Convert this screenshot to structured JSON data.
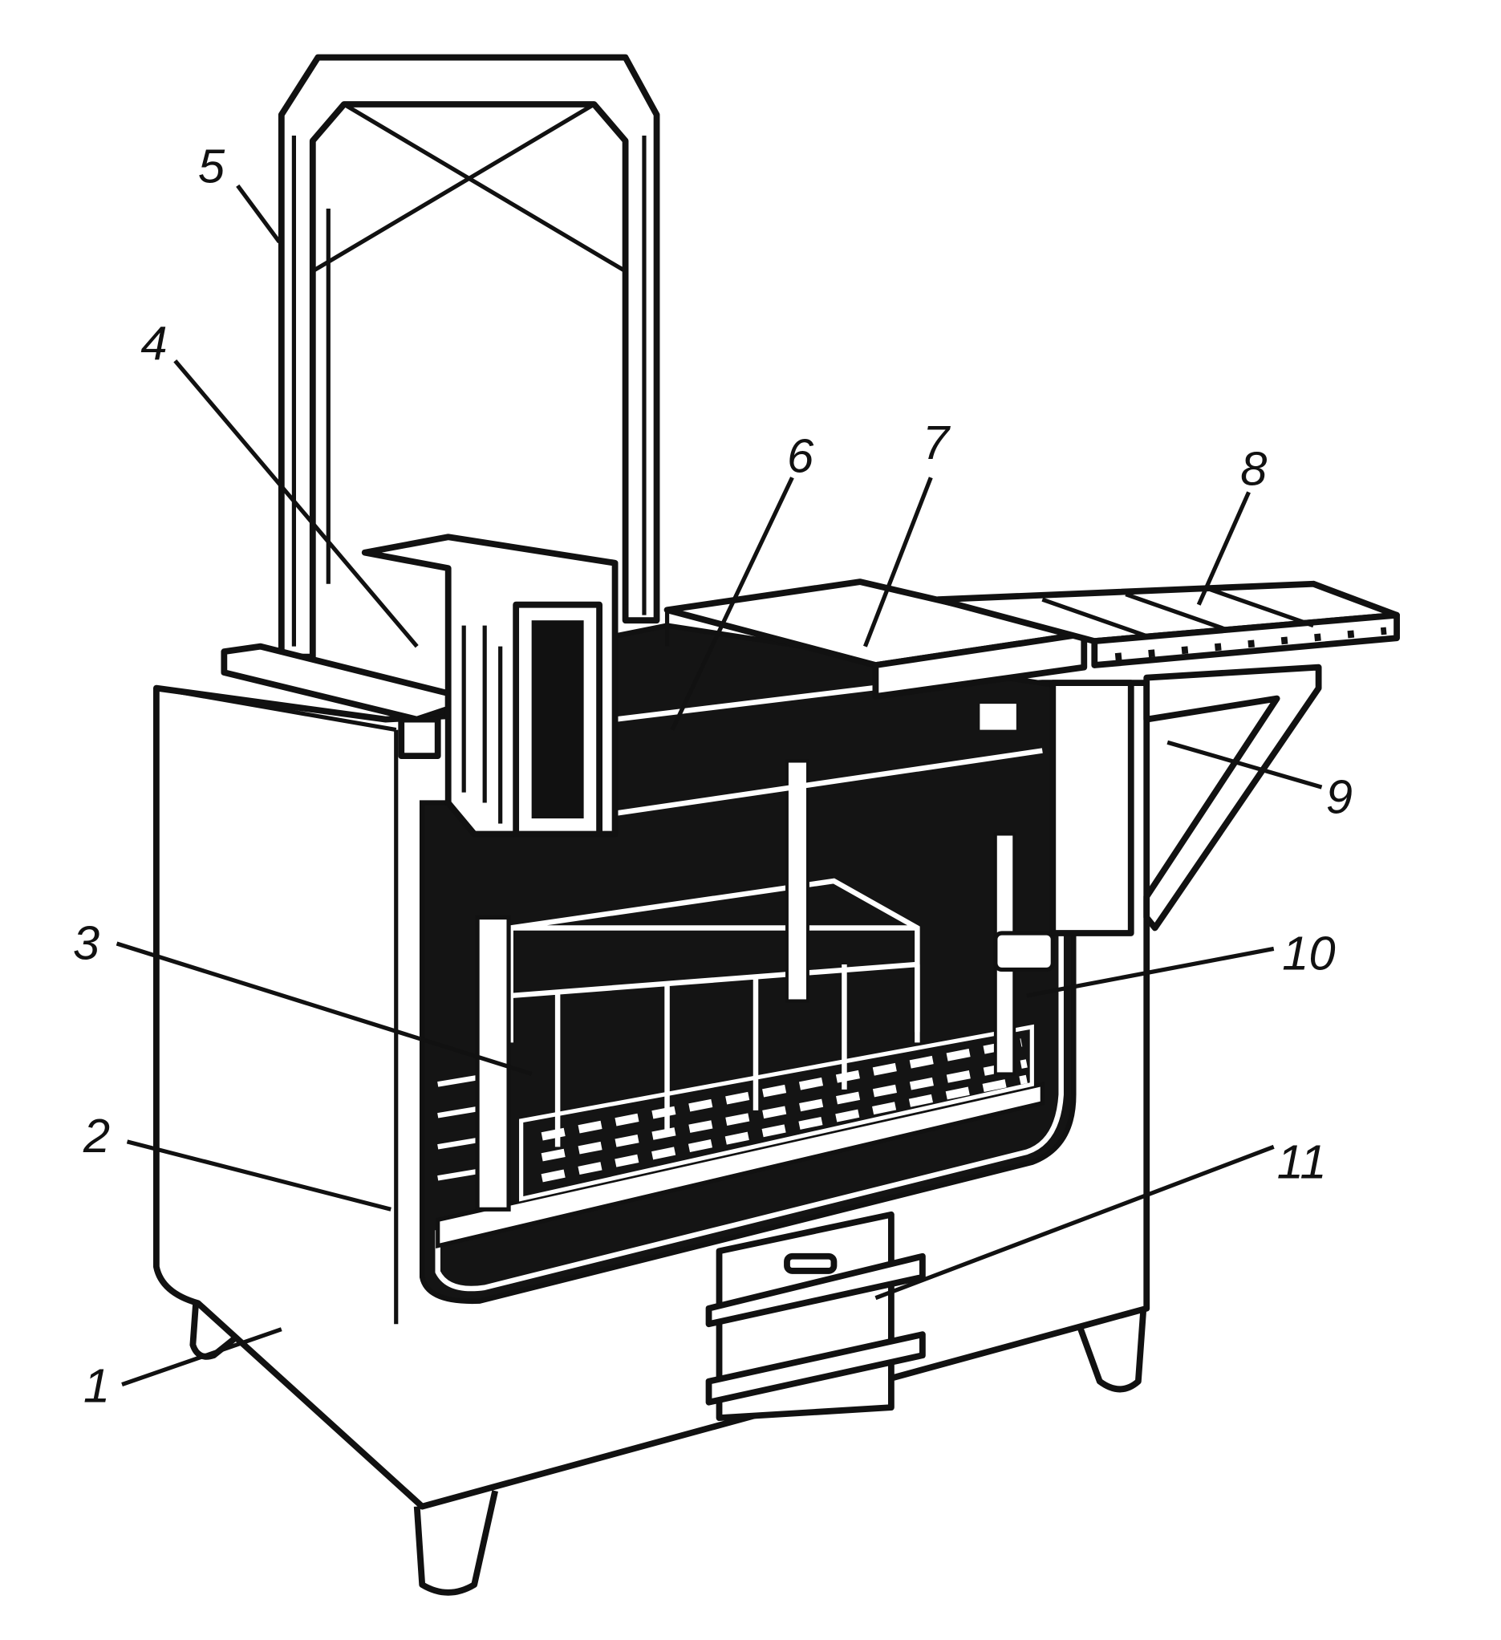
{
  "figure": {
    "labels": {
      "l1": "1",
      "l2": "2",
      "l3": "3",
      "l4": "4",
      "l5": "5",
      "l6": "6",
      "l7": "7",
      "l8": "8",
      "l9": "9",
      "l10": "10",
      "l11": "11"
    }
  }
}
